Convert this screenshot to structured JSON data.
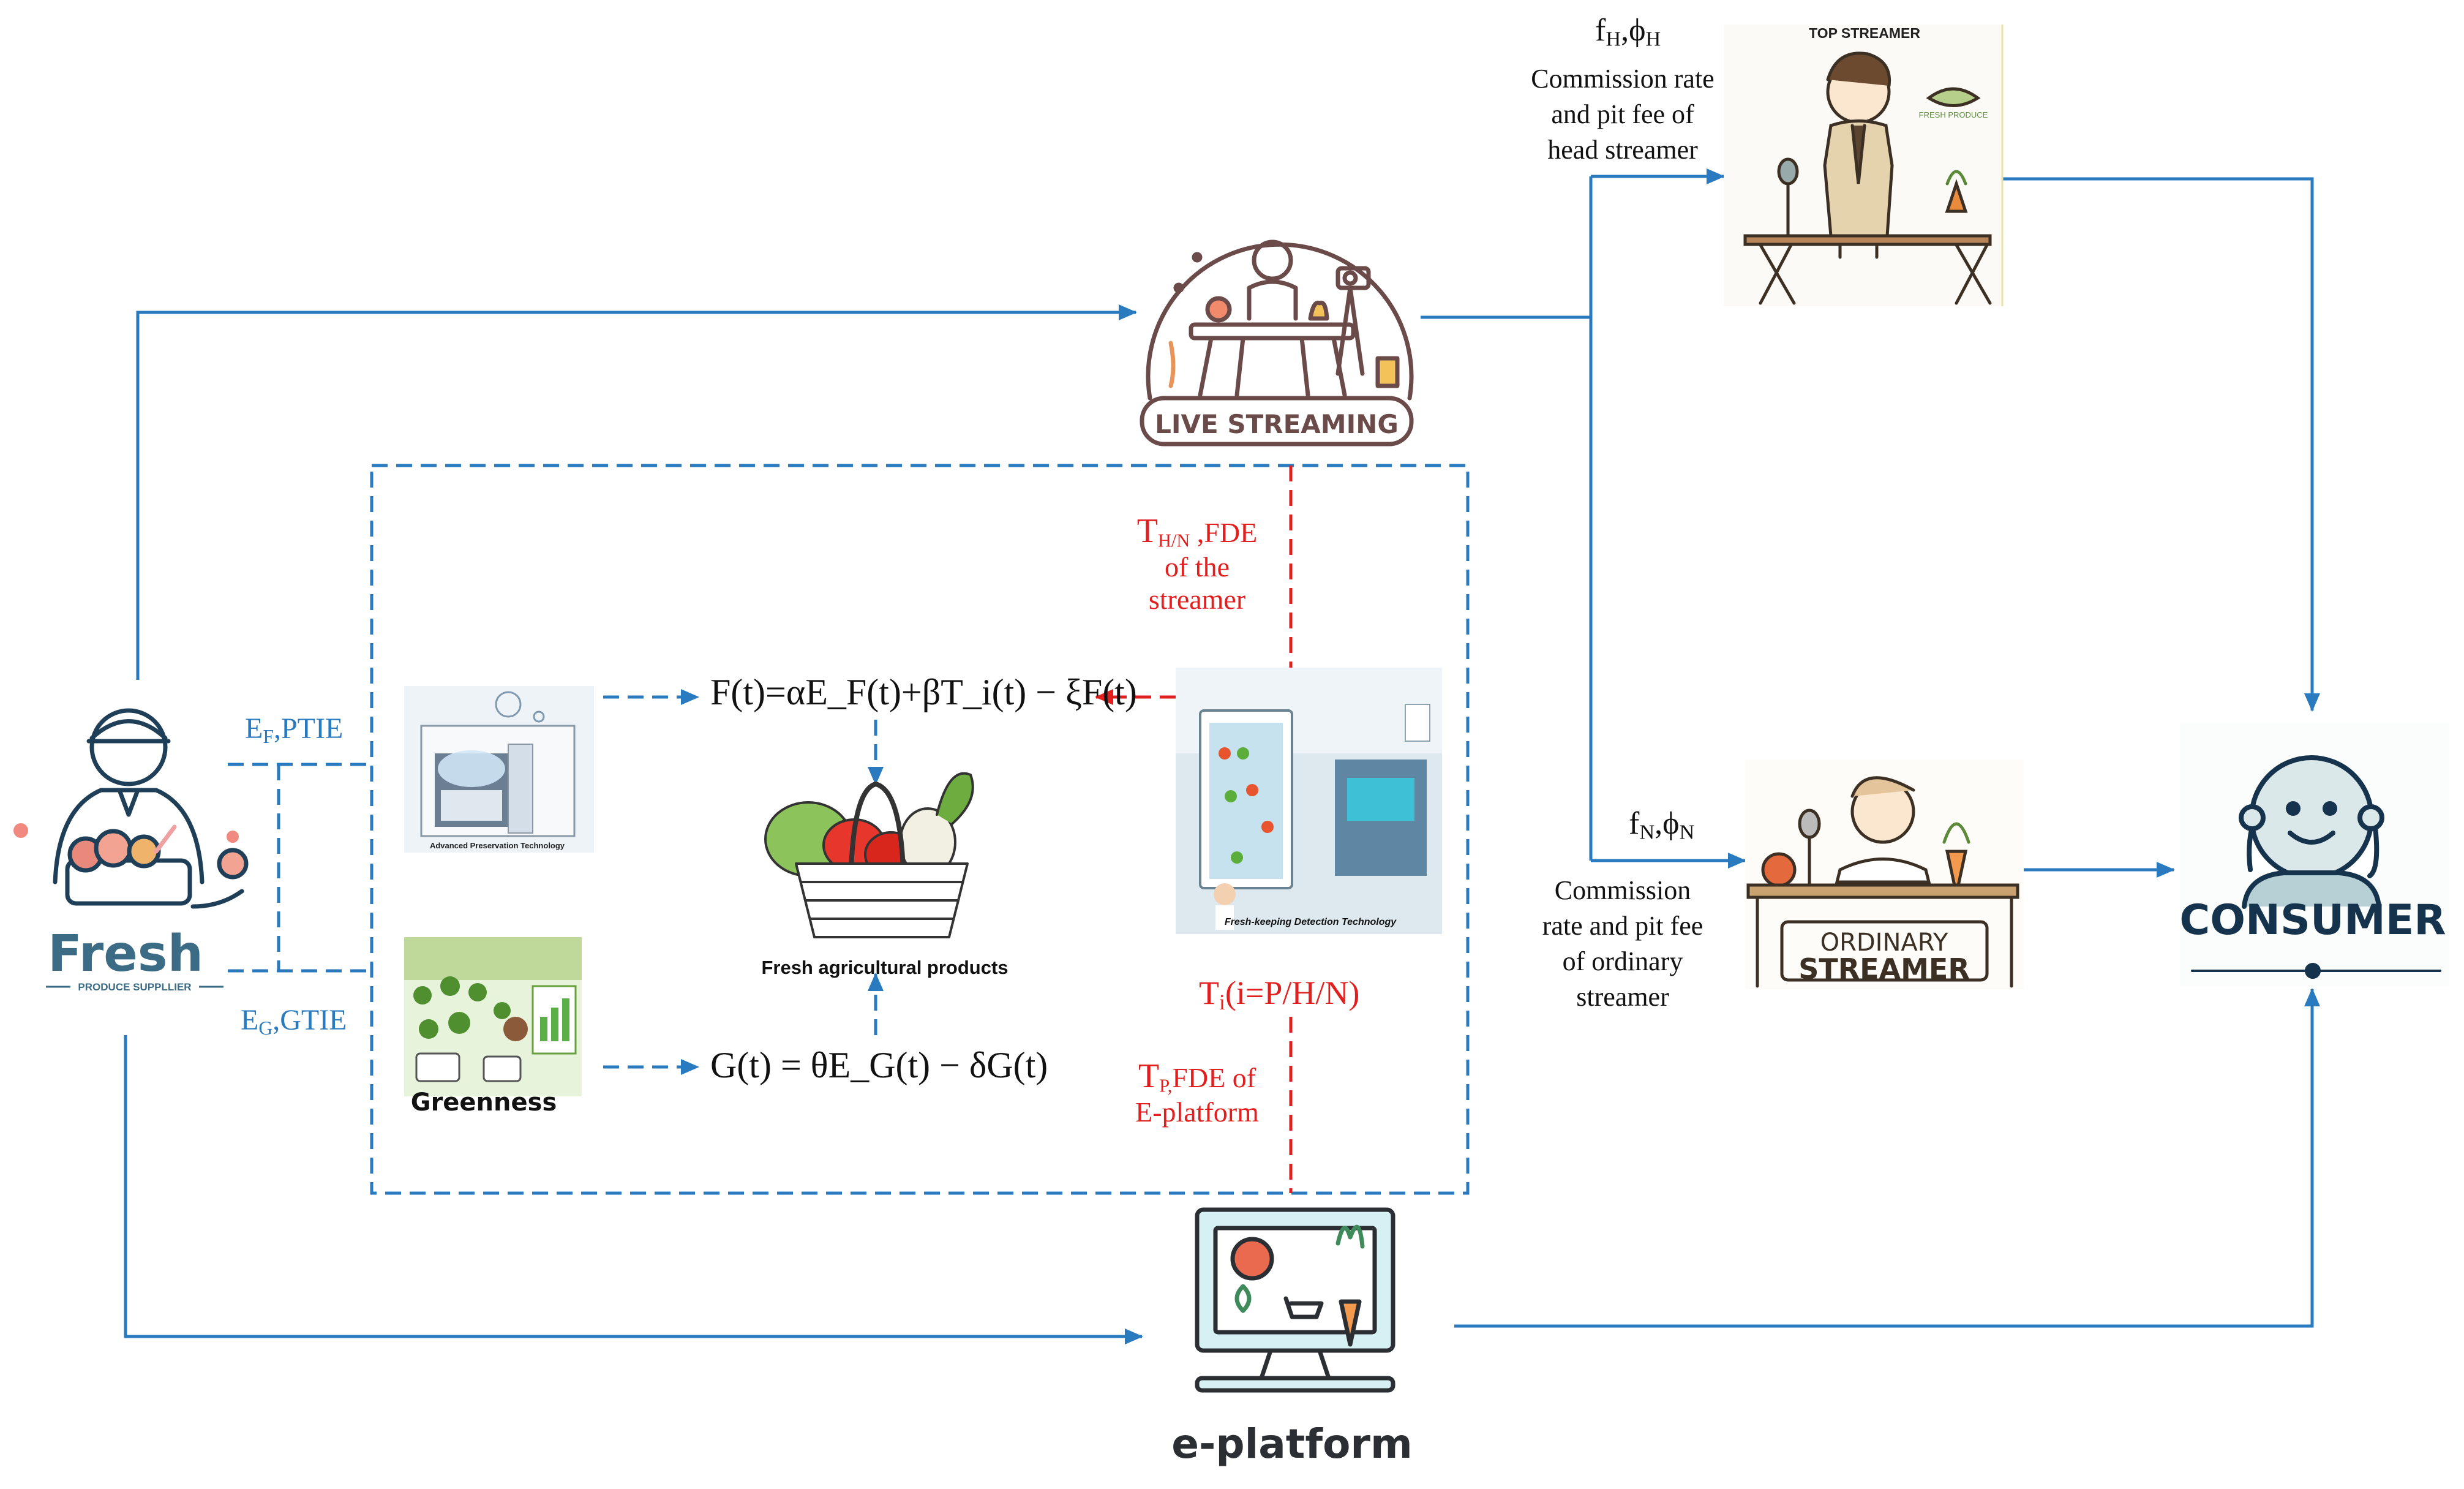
{
  "colors": {
    "flow_line": "#2a7abf",
    "red_dashed": "#e21f1f",
    "text_dark": "#111111",
    "icon_outline": "#6b4b49",
    "supplier_navy": "#1f3f58",
    "consumer_navy": "#15334d"
  },
  "supplier": {
    "title": "Fresh",
    "subtitle": "PRODUCE SUPPLLIER"
  },
  "live_streaming": {
    "label": "LIVE STREAMING"
  },
  "top_streamer": {
    "header": "TOP STREAMER",
    "badge": "FRESH PRODUCE",
    "param_main": "f",
    "param_sub": "H",
    "param_comma": ",ϕ",
    "param_sub2": "H",
    "desc_line1": "Commission rate",
    "desc_line2": "and pit fee of",
    "desc_line3": "head streamer"
  },
  "ordinary_streamer": {
    "label_line1": "ORDINARY",
    "label_line2": "STREAMER",
    "param_main": "f",
    "param_sub": "N",
    "param_comma": ",ϕ",
    "param_sub2": "N",
    "desc_line1": "Commission",
    "desc_line2": "rate and pit fee",
    "desc_line3": "of ordinary",
    "desc_line4": "streamer"
  },
  "consumer": {
    "label": "CONSUMER"
  },
  "eplatform": {
    "label": "e-platform"
  },
  "labels": {
    "ef_main": "E",
    "ef_sub": "F",
    "ef_rest": ",PTIE",
    "eg_main": "E",
    "eg_sub": "G",
    "eg_rest": ",GTIE",
    "thn_main": "T",
    "thn_sub": "H/N",
    "thn_rest": " ,FDE",
    "thn_line2": "of the",
    "thn_line3": "streamer",
    "ti_main": "T",
    "ti_sub": "i",
    "ti_rest": "(i=P/H/N)",
    "tp_main": "T",
    "tp_sub": "P,",
    "tp_rest": "FDE of",
    "tp_line2": "E-platform"
  },
  "images": {
    "advanced_preservation": "Advanced Preservation Technology",
    "fresh_products": "Fresh agricultural products",
    "fresh_keeping": "Fresh-keeping Detection Technology",
    "greenness": "Greenness"
  },
  "equations": {
    "f_dot": "F(t)=αE_F(t)+βT_i(t) − ξF(t)",
    "g_dot": "G(t) = θE_G(t) − δG(t)"
  }
}
